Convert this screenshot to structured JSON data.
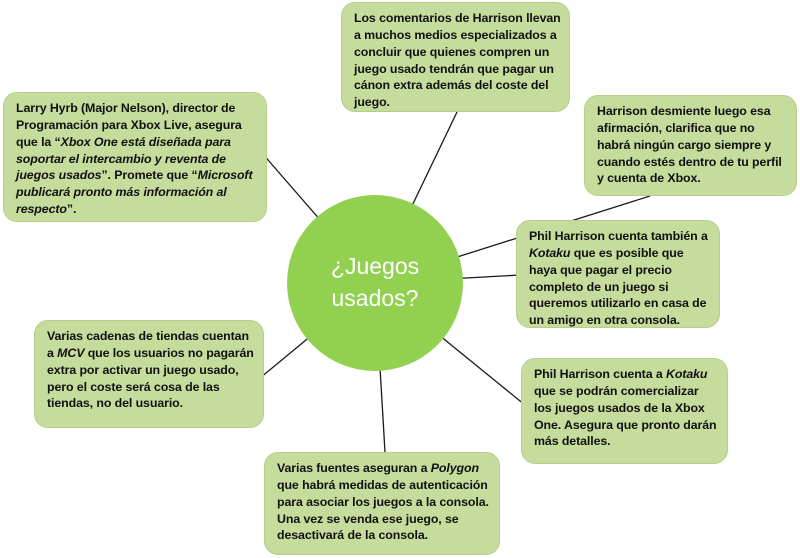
{
  "center": {
    "title": "¿Juegos usados?"
  },
  "nodes": {
    "top": {
      "text": "Los comentarios de Harrison llevan a muchos medios especializados a concluir que quienes compren un juego usado tendrán que pagar un cánon extra además del coste del juego."
    },
    "top_left": {
      "part1": "Larry Hyrb (Major Nelson), director de Programación para Xbox Live, asegura que la “",
      "italic1": "Xbox One está diseñada para soportar el intercambio y reventa de juegos usados",
      "part2": "”. Promete que “",
      "italic2": "Microsoft publicará pronto más información al respecto",
      "part3": "”."
    },
    "top_right": {
      "text": "Harrison desmiente luego esa afirmación, clarifica que no habrá ningún cargo siempre y cuando estés dentro de tu perfil y cuenta de Xbox."
    },
    "right": {
      "part1": "Phil Harrison cuenta también a ",
      "italic1": "Kotaku",
      "part2": " que es posible que haya que pagar el precio completo de un juego si queremos utilizarlo en casa de un amigo en otra consola."
    },
    "left": {
      "part1": "Varias cadenas de tiendas cuentan a ",
      "italic1": "MCV",
      "part2": " que los usuarios no pagarán extra por activar un juego usado, pero el coste será cosa de las tiendas, no del usuario."
    },
    "bottom_right": {
      "part1": "Phil Harrison cuenta a ",
      "italic1": "Kotaku",
      "part2": " que se podrán comercializar los juegos usados de la Xbox One. Asegura que pronto darán más detalles."
    },
    "bottom": {
      "part1": "Varias fuentes aseguran a ",
      "italic1": "Polygon",
      "part2": " que habrá medidas de autenticación para asociar los juegos a la consola. Una vez se venda ese juego, se desactivará de la consola."
    }
  },
  "colors": {
    "center_fill": "#92d050",
    "center_text": "#ffffff",
    "box_fill": "#c5dc9c",
    "box_border": "#b7cf8b",
    "connector": "#1a1a1a"
  }
}
